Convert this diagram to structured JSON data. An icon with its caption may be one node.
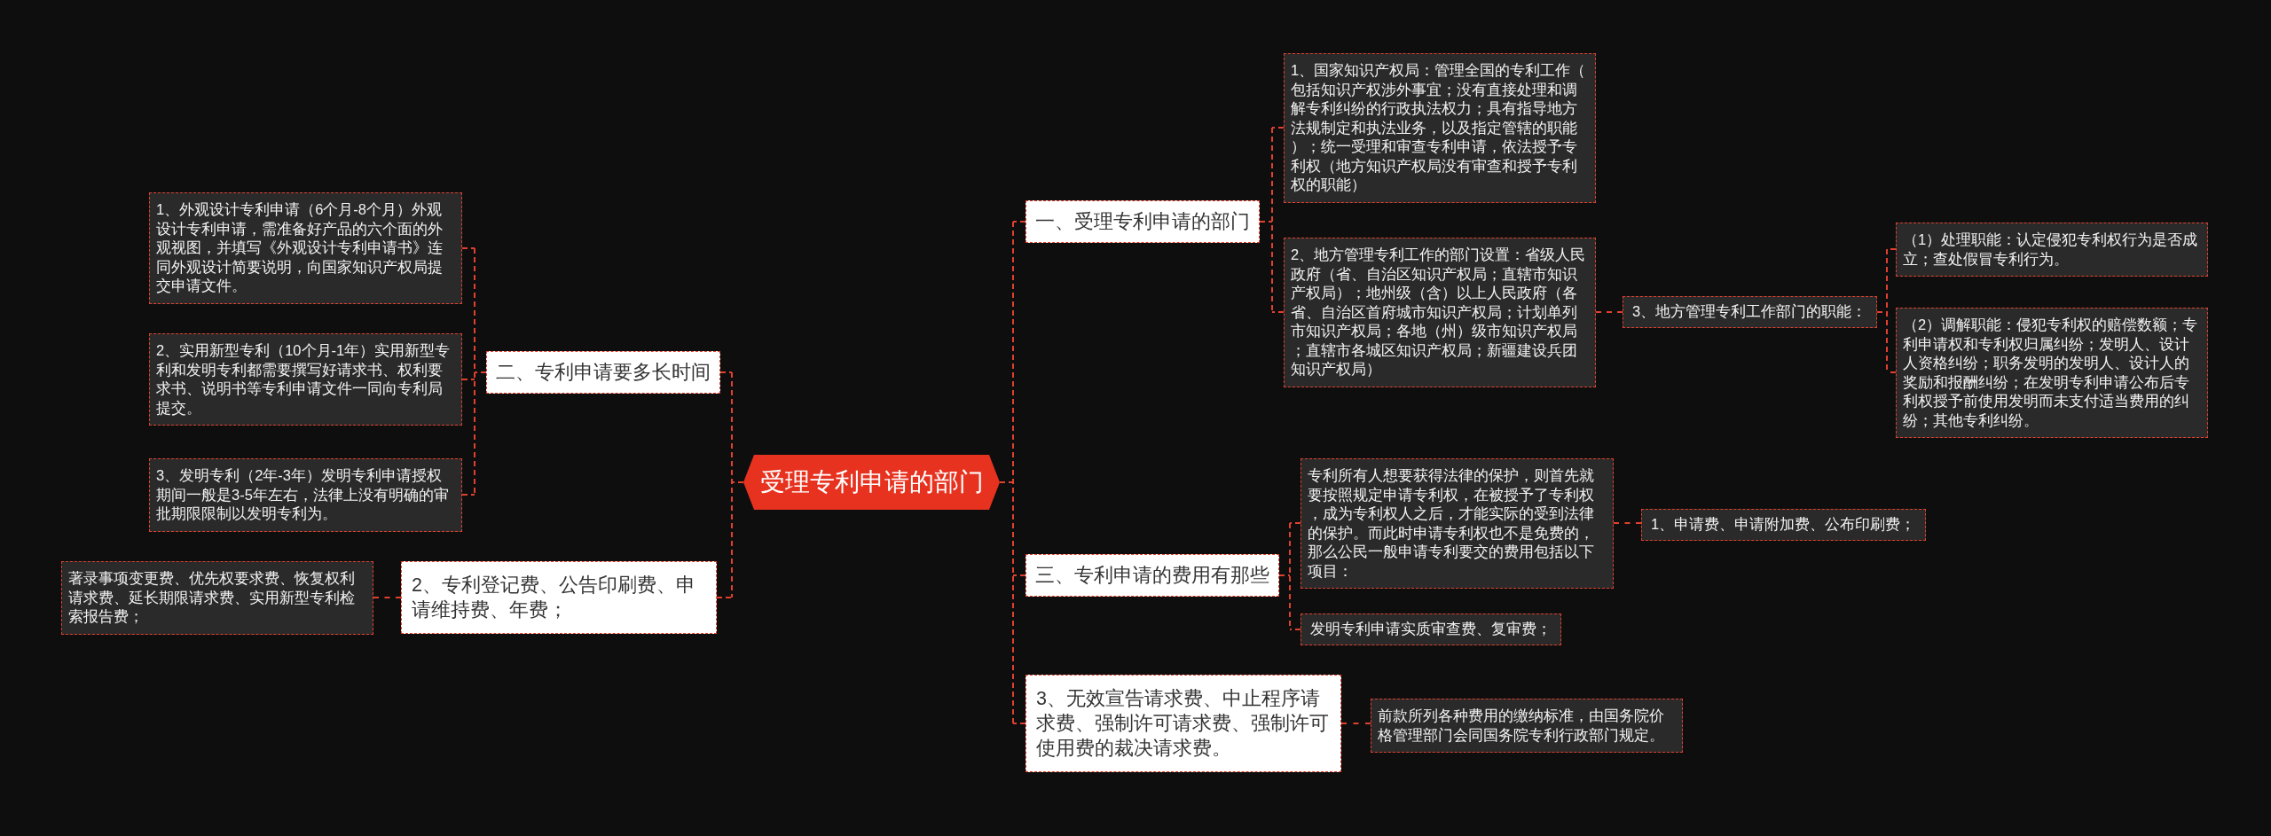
{
  "diagram": {
    "nodes": [
      {
        "text": [
          "受理专利申请的部门"
        ]
      },
      {
        "text": [
          "一、受理专利申请的部门"
        ]
      },
      {
        "text": [
          "1、国家知识产权局：管理全国的专利工作（包括知识产权涉外事宜；没有直接处理和调解专利纠纷的行政执法权力；具有指导地方法规制定和执法业务，以及指定管辖的职能）；统一受理和审查专利申请，依法授予专利权（地方知识产权局没有审查和授予专利权的职能）"
        ]
      },
      {
        "text": [
          "2、地方管理专利工作的部门设置：省级人民政府（省、自治区知识产权局；直辖市知识产权局）；地州级（含）以上人民政府（各省、自治区首府城市知识产权局；计划单列市知识产权局；各地（州）级市知识产权局；直辖市各城区知识产权局；新疆建设兵团知识产权局）"
        ]
      },
      {
        "text": [
          "3、地方管理专利工作部门的职能："
        ]
      },
      {
        "text": [
          "（1）处理职能：认定侵犯专利权行为是否成立；查处假冒专利行为。"
        ]
      },
      {
        "text": [
          "（2）调解职能：侵犯专利权的赔偿数额；专利申请权和专利权归属纠纷；发明人、设计人资格纠纷；职务发明的发明人、设计人的奖励和报酬纠纷；在发明专利申请公布后专利权授予前使用发明而未支付适当费用的纠纷；其他专利纠纷。"
        ]
      },
      {
        "text": [
          "三、专利申请的费用有那些"
        ]
      },
      {
        "text": [
          "专利所有人想要获得法律的保护，则首先就要按照规定申请专利权，在被授予了专利权，成为专利权人之后，才能实际的受到法律的保护。而此时申请专利权也不是免费的，那么公民一般申请专利要交的费用包括以下项目："
        ]
      },
      {
        "text": [
          "1、申请费、申请附加费、公布印刷费；"
        ]
      },
      {
        "text": [
          "发明专利申请实质审查费、复审费；"
        ]
      },
      {
        "text": [
          "3、无效宣告请求费、中止程序请求费、强制许可请求费、强制许可使用费的裁决请求费。"
        ]
      },
      {
        "text": [
          "前款所列各种费用的缴纳标准，由国务院价格管理部门会同国务院专利行政部门规定。"
        ]
      },
      {
        "text": [
          "二、专利申请要多长时间"
        ]
      },
      {
        "text": [
          "1、外观设计专利申请（6个月-8个月）外观设计专利申请，需准备好产品的六个面的外观视图，并填写《外观设计专利申请书》连同外观设计简要说明，向国家知识产权局提交申请文件。"
        ]
      },
      {
        "text": [
          "2、实用新型专利（10个月-1年）实用新型专利和发明专利都需要撰写好请求书、权利要求书、说明书等专利申请文件一同向专利局提交。"
        ]
      },
      {
        "text": [
          "3、发明专利（2年-3年）发明专利申请授权期间一般是3-5年左右，法律上没有明确的审批期限限制以发明专利为。"
        ]
      },
      {
        "text": [
          "2、专利登记费、公告印刷费、申请维持费、年费；"
        ]
      },
      {
        "text": [
          "著录事项变更费、优先权要求费、恢复权利请求费、延长期限请求费、实用新型专利检索报告费；"
        ]
      }
    ],
    "edges": [
      {
        "from": 0,
        "to": 1,
        "arrow": "none"
      },
      {
        "from": 1,
        "to": 2,
        "arrow": "none"
      },
      {
        "from": 1,
        "to": 3,
        "arrow": "none"
      },
      {
        "from": 3,
        "to": 4,
        "arrow": "none"
      },
      {
        "from": 4,
        "to": 5,
        "arrow": "none"
      },
      {
        "from": 4,
        "to": 6,
        "arrow": "none"
      },
      {
        "from": 0,
        "to": 7,
        "arrow": "none"
      },
      {
        "from": 7,
        "to": 8,
        "arrow": "none"
      },
      {
        "from": 7,
        "to": 10,
        "arrow": "none"
      },
      {
        "from": 8,
        "to": 9,
        "arrow": "none"
      },
      {
        "from": 0,
        "to": 11,
        "arrow": "none"
      },
      {
        "from": 11,
        "to": 12,
        "arrow": "none"
      },
      {
        "from": 0,
        "to": 13,
        "arrow": "none"
      },
      {
        "from": 13,
        "to": 14,
        "arrow": "none"
      },
      {
        "from": 13,
        "to": 15,
        "arrow": "none"
      },
      {
        "from": 13,
        "to": 16,
        "arrow": "none"
      },
      {
        "from": 0,
        "to": 17,
        "arrow": "none"
      },
      {
        "from": 17,
        "to": 18,
        "arrow": "none"
      }
    ]
  }
}
